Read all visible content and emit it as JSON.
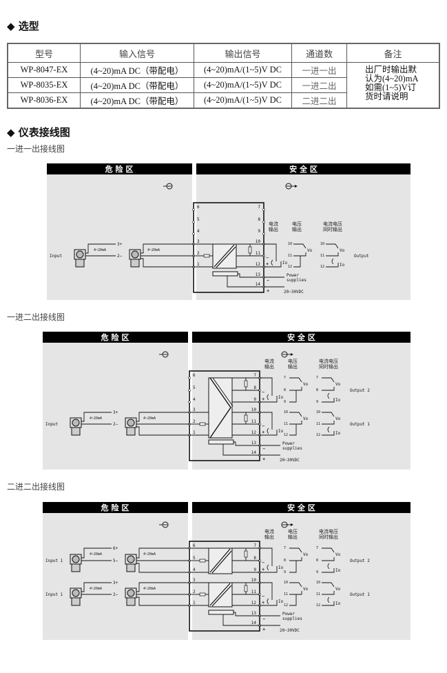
{
  "section_selection": "◆ 选型",
  "table": {
    "headers": [
      "型号",
      "输入信号",
      "输出信号",
      "通道数",
      "备注"
    ],
    "rows": [
      [
        "WP-8047-EX",
        "(4~20)mA  DC（带配电）",
        "(4~20)mA/(1~5)V DC",
        "一进一出"
      ],
      [
        "WP-8035-EX",
        "(4~20)mA  DC（带配电）",
        "(4~20)mA/(1~5)V DC",
        "一进二出"
      ],
      [
        "WP-8036-EX",
        "(4~20)mA  DC（带配电）",
        "(4~20)mA/(1~5)V DC",
        "二进二出"
      ]
    ],
    "note": [
      "出厂时输出默",
      "认为(4~20)mA",
      "如需(1~5)V订",
      "货时请说明"
    ]
  },
  "section_wiring": "◆ 仪表接线图",
  "diagrams": [
    {
      "title": "一进一出接线图",
      "danger": "危 险 区",
      "safe": "安 全 区",
      "chevron": false,
      "left_terminals": [
        "6",
        "5",
        "4",
        "3",
        "2",
        "1"
      ],
      "right_terminals": [
        "7",
        "8",
        "9",
        "10",
        "11",
        "12",
        "13",
        "14"
      ],
      "inputs": [
        {
          "label": "Input",
          "terminals": [
            "3",
            "2",
            "1"
          ],
          "plus": "3+",
          "minus": "2−",
          "ma": "4~20mA"
        }
      ],
      "outputs": [
        {
          "label": "Output",
          "terminals": [
            "10",
            "11",
            "12"
          ]
        }
      ],
      "col_heads": [
        [
          "电流",
          "输出"
        ],
        [
          "电压",
          "输出"
        ],
        [
          "电流电压",
          "同时输出"
        ]
      ],
      "io": "Io",
      "vo": "Vo",
      "power": [
        "Power",
        "supplies",
        "20~30VDC"
      ]
    },
    {
      "title": "一进二出接线图",
      "danger": "危 险 区",
      "safe": "安 全 区",
      "chevron": true,
      "left_terminals": [
        "6",
        "5",
        "4",
        "3",
        "2",
        "1"
      ],
      "right_terminals": [
        "7",
        "8",
        "9",
        "10",
        "11",
        "12",
        "13",
        "14"
      ],
      "inputs": [
        {
          "label": "Input",
          "terminals": [
            "3",
            "2",
            "1"
          ],
          "plus": "3+",
          "minus": "2−",
          "ma": "4~20mA"
        }
      ],
      "outputs": [
        {
          "label": "Output 2",
          "terminals": [
            "7",
            "8",
            "9"
          ]
        },
        {
          "label": "Output 1",
          "terminals": [
            "10",
            "11",
            "12"
          ]
        }
      ],
      "col_heads": [
        [
          "电流",
          "输出"
        ],
        [
          "电压",
          "输出"
        ],
        [
          "电流电压",
          "同时输出"
        ]
      ],
      "io": "Io",
      "vo": "Vo",
      "power": [
        "Power",
        "supplies",
        "20~30VDC"
      ]
    },
    {
      "title": "二进二出接线图",
      "danger": "危 险 区",
      "safe": "安 全 区",
      "chevron": false,
      "left_terminals": [
        "6",
        "5",
        "4",
        "3",
        "2",
        "1"
      ],
      "right_terminals": [
        "7",
        "8",
        "9",
        "10",
        "11",
        "12",
        "13",
        "14"
      ],
      "inputs": [
        {
          "label": "Input 1",
          "terminals": [
            "6",
            "5",
            "4"
          ],
          "plus": "6+",
          "minus": "5−",
          "ma": "4~20mA"
        },
        {
          "label": "Input 1",
          "terminals": [
            "3",
            "2",
            "1"
          ],
          "plus": "3+",
          "minus": "2−",
          "ma": "4~20mA"
        }
      ],
      "outputs": [
        {
          "label": "Output 2",
          "terminals": [
            "7",
            "8",
            "9"
          ]
        },
        {
          "label": "Output 1",
          "terminals": [
            "10",
            "11",
            "12"
          ]
        }
      ],
      "col_heads": [
        [
          "电流",
          "输出"
        ],
        [
          "电压",
          "输出"
        ],
        [
          "电流电压",
          "同时输出"
        ]
      ],
      "io": "Io",
      "vo": "Vo",
      "power": [
        "Power",
        "supplies",
        "20~30VDC"
      ]
    }
  ]
}
